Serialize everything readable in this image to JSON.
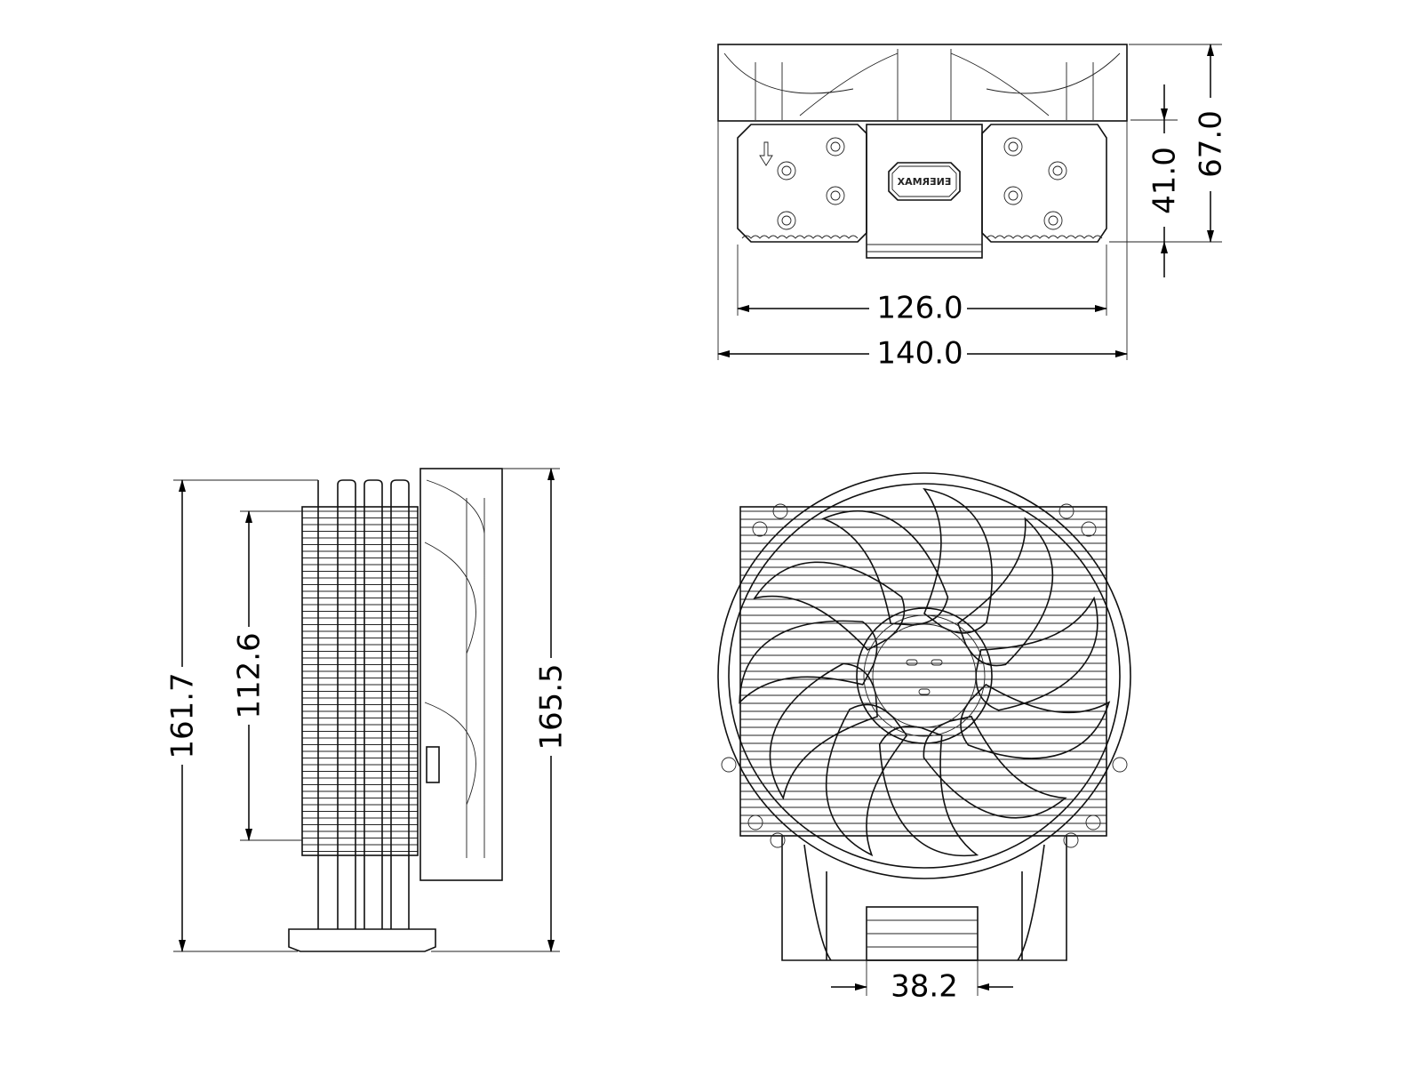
{
  "drawing": {
    "brand_logo": "ENERMAX",
    "top_view": {
      "width_body": "126.0",
      "width_fan": "140.0",
      "height_total": "67.0",
      "height_body": "41.0"
    },
    "side_view": {
      "height_heatsink": "161.7",
      "height_fins": "112.6",
      "height_total": "165.5"
    },
    "front_view": {
      "base_width": "38.2",
      "fan_blades": 11
    }
  }
}
